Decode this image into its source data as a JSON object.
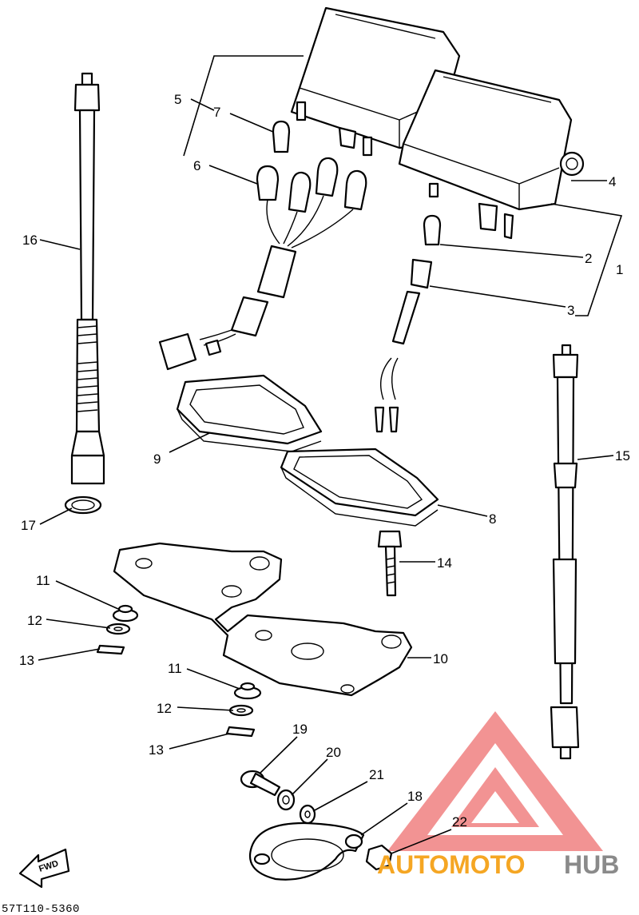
{
  "diagram_code": "57T110-5360",
  "direction_tag": "FWD",
  "watermark": {
    "brand_a": "AUTOMOTO",
    "brand_b": "HUB",
    "color_a": "#f5a623",
    "color_b": "#8a8a8a",
    "logo_color": "#f08080"
  },
  "callouts": {
    "c1": "1",
    "c2": "2",
    "c3": "3",
    "c4": "4",
    "c5": "5",
    "c6": "6",
    "c7": "7",
    "c8": "8",
    "c9": "9",
    "c10": "10",
    "c11a": "11",
    "c11b": "11",
    "c12a": "12",
    "c12b": "12",
    "c13a": "13",
    "c13b": "13",
    "c14": "14",
    "c15": "15",
    "c16": "16",
    "c17": "17",
    "c18": "18",
    "c19": "19",
    "c20": "20",
    "c21": "21",
    "c22": "22"
  }
}
